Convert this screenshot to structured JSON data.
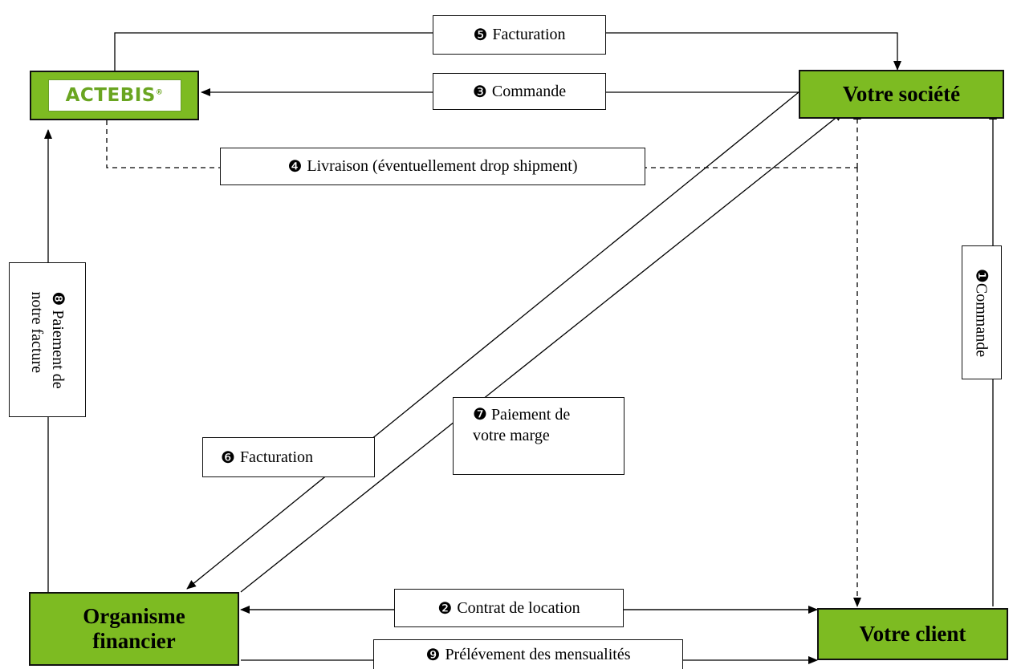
{
  "nodes": {
    "actebis": {
      "logo_text": "ACTEBIS",
      "logo_mark": "®"
    },
    "votre_societe": "Votre société",
    "organisme_financier": {
      "line1": "Organisme",
      "line2": "financier"
    },
    "votre_client": "Votre client"
  },
  "labels": {
    "step1": {
      "num": "❶",
      "text": "Commande"
    },
    "step2": {
      "num": "❷",
      "text": "Contrat de location"
    },
    "step3": {
      "num": "❸",
      "text": "Commande"
    },
    "step4": {
      "num": "❹",
      "text": "Livraison (éventuellement drop shipment)"
    },
    "step5": {
      "num": "❺",
      "text": "Facturation"
    },
    "step6": {
      "num": "❻",
      "text": "Facturation"
    },
    "step7": {
      "num": "❼",
      "line1": "Paiement de",
      "line2": "votre marge"
    },
    "step8": {
      "num": "❽",
      "line1": "Paiement de",
      "line2": "notre facture"
    },
    "step9": {
      "num": "❾",
      "text": "Prélévement des mensualités"
    }
  },
  "colors": {
    "node_fill": "#7dbb22",
    "logo_green": "#6aa521",
    "line": "#000000"
  }
}
